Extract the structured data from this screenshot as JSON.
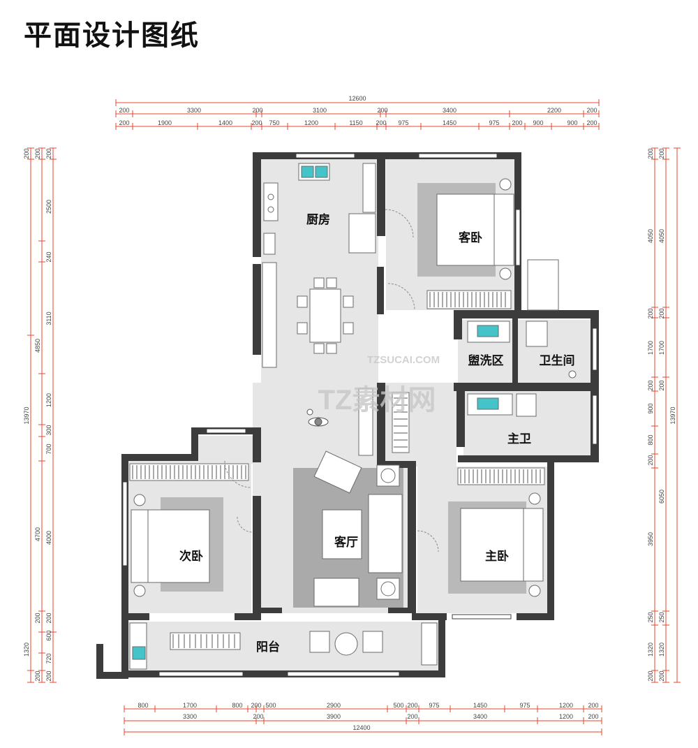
{
  "title": "平面设计图纸",
  "rooms": {
    "kitchen": "厨房",
    "guest_bedroom": "客卧",
    "washing_area": "盥洗区",
    "toilet": "卫生间",
    "master_bath": "主卫",
    "second_bedroom": "次卧",
    "living_room": "客厅",
    "master_bedroom": "主卧",
    "balcony": "阳台"
  },
  "watermark": {
    "site": "TZSUCAI.COM",
    "logo": "TZ素材网"
  },
  "dimensions": {
    "top_total": "12600",
    "top_row1": [
      "200",
      "3300",
      "200",
      "3100",
      "200",
      "3400",
      "2200",
      "200"
    ],
    "top_row2": [
      "200",
      "1900",
      "1400",
      "200",
      "750",
      "1200",
      "1150",
      "200",
      "975",
      "1450",
      "975",
      "200",
      "900",
      "900",
      "200"
    ],
    "bottom_row1": [
      "800",
      "1700",
      "800",
      "200",
      "500",
      "2900",
      "500",
      "200",
      "975",
      "1450",
      "975",
      "1200",
      "200"
    ],
    "bottom_row2": [
      "3300",
      "200",
      "3900",
      "200",
      "3400",
      "1200",
      "200"
    ],
    "bottom_total": "12400",
    "left_total": "13970",
    "left_col1": [
      "200",
      "4850",
      "4700",
      "200",
      "200"
    ],
    "left_col2": [
      "200",
      "2500",
      "240",
      "3110",
      "1200",
      "300",
      "700",
      "4000",
      "200",
      "600",
      "720",
      "200"
    ],
    "left_col3": [
      "200",
      "1320"
    ],
    "right_total": "13970",
    "right_col1": [
      "200",
      "4050",
      "200",
      "1700",
      "200",
      "900",
      "800",
      "200",
      "6050",
      "3950",
      "250",
      "1320",
      "200"
    ],
    "right_col2": [
      "200",
      "4050",
      "200",
      "1700",
      "200",
      "250",
      "1320",
      "200"
    ]
  },
  "colors": {
    "dimension_line": "#e8452c",
    "wall": "#3c3c3c",
    "floor": "#e6e6e6",
    "rug": "#aaaaaa",
    "bed_mat": "#b7b7b7",
    "fixture": "#44c4c9"
  }
}
